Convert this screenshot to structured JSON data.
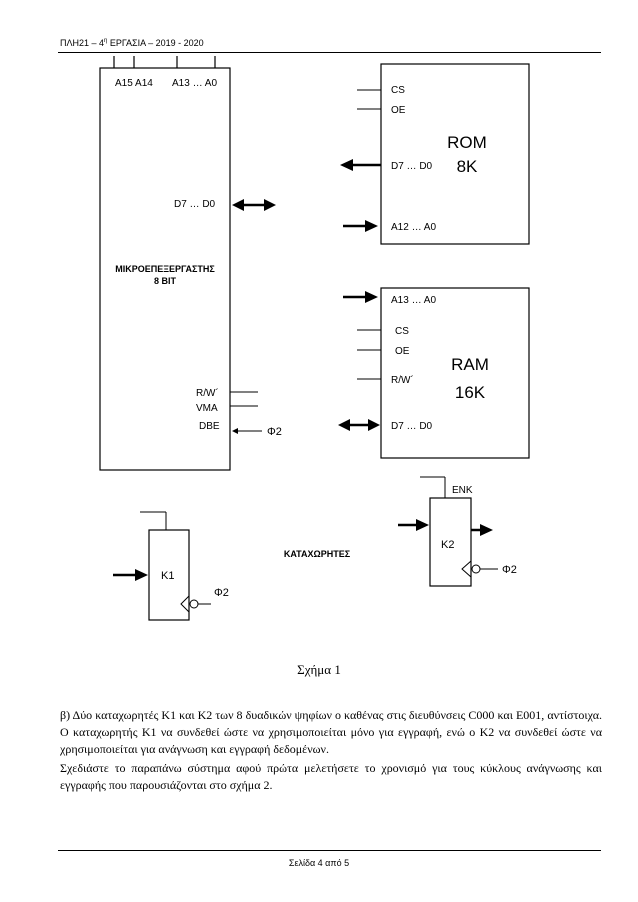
{
  "header": {
    "prefix": "ΠΛΗ21 – 4",
    "superscript": "η",
    "suffix": " ΕΡΓΑΣΙΑ – 2019 - 2020"
  },
  "figure": {
    "cpu": {
      "addr_high": "A15 A14",
      "addr_low": "A13 … A0",
      "data": "D7 … D0",
      "name_line1": "ΜΙΚΡΟΕΠΕΞΕΡΓΑΣΤΗΣ",
      "name_line2": "8 BIT",
      "rw": "R/W´",
      "vma": "VMA",
      "dbe": "DBE",
      "clock": "Φ2"
    },
    "rom": {
      "cs": "CS",
      "oe": "OE",
      "name": "ROM",
      "size": "8K",
      "data": "D7 … D0",
      "addr": "A12 … A0"
    },
    "ram": {
      "addr": "A13 … A0",
      "cs": "CS",
      "oe": "OE",
      "rw": "R/W´",
      "name": "RAM",
      "size": "16K",
      "data": "D7 … D0"
    },
    "k1": {
      "name": "K1",
      "clock": "Φ2"
    },
    "k2": {
      "name": "K2",
      "enable": "ENK",
      "clock": "Φ2"
    },
    "registers_label": "ΚΑΤΑΧΩΡΗΤΕΣ"
  },
  "caption": "Σχήμα 1",
  "paragraphs": [
    "β) Δύο καταχωρητές K1 και K2 των 8 δυαδικών ψηφίων ο καθένας στις διευθύνσεις C000 και E001, αντίστοιχα. Ο καταχωρητής K1 να συνδεθεί ώστε να χρησιμοποιείται μόνο για εγγραφή, ενώ ο K2 να συνδεθεί ώστε να χρησιμοποιείται για ανάγνωση και εγγραφή δεδομένων.",
    "Σχεδιάστε το παραπάνω σύστημα αφού πρώτα μελετήσετε το χρονισμό για τους κύκλους ανάγνωσης και εγγραφής που παρουσιάζονται στο σχήμα 2."
  ],
  "footer": "Σελίδα 4 από 5"
}
